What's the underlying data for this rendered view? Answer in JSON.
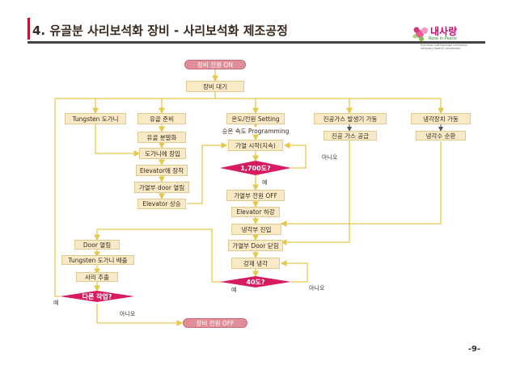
{
  "title": "4. 유골분 사리보석화 장비  - 사리보석화 제조공정",
  "page_number": "-9-",
  "logo": {
    "name": "내사랑",
    "subtitle": "Rose in Peace",
    "fine_print_1": "the most cutting-edge cremation",
    "fine_print_2": "reliquary jewelry conversion"
  },
  "nodes": {
    "power_on": "장비 전원 ON",
    "standby": "장비 대기",
    "tungsten_crucible": "Tungsten 도가니",
    "bone_prep": "유골 준비",
    "bone_grind": "유골 분말화",
    "load_crucible": "도가니에 장입",
    "mount_elevator": "Elevator에 장착",
    "open_door": "가열부 door 열림",
    "elevator_up": "Elevator 상승",
    "temp_setting": "온도/전원 Setting",
    "ramp_program": "승온 속도 Programming",
    "heat_start": "가열 시작(지속)",
    "check_1700": "1,700도?",
    "heat_power_off": "가열부 전원 OFF",
    "elevator_down": "Elevator 하강",
    "cooling_enter": "냉각부 진입",
    "door_close": "가열부 Door 닫힘",
    "forced_cooling": "강제 냉각",
    "check_40": "40도?",
    "vacuum_gas": "진공가스 발생기 가동",
    "vacuum_supply": "진공 가스 공급",
    "cooler_run": "냉각장치 가동",
    "coolant_circ": "냉각수 순환",
    "door_open": "Door 열림",
    "tungsten_discharge": "Tungsten 도가니 배출",
    "sari_extract": "사리 추출",
    "other_work": "다른 작업?",
    "power_off": "장비 전원 OFF"
  },
  "labels": {
    "no_1700": "아니오",
    "yes_1700": "예",
    "yes_40": "예",
    "no_40": "아니오",
    "yes_other": "예",
    "no_other": "아니오"
  },
  "colors": {
    "box_fill": "#f8e9c7",
    "box_border": "#e2c98f",
    "terminal_fill": "#e08f9a",
    "decision_fill": "#d81b60",
    "connector": "#e6c84a",
    "arrow_dark": "#555555"
  }
}
